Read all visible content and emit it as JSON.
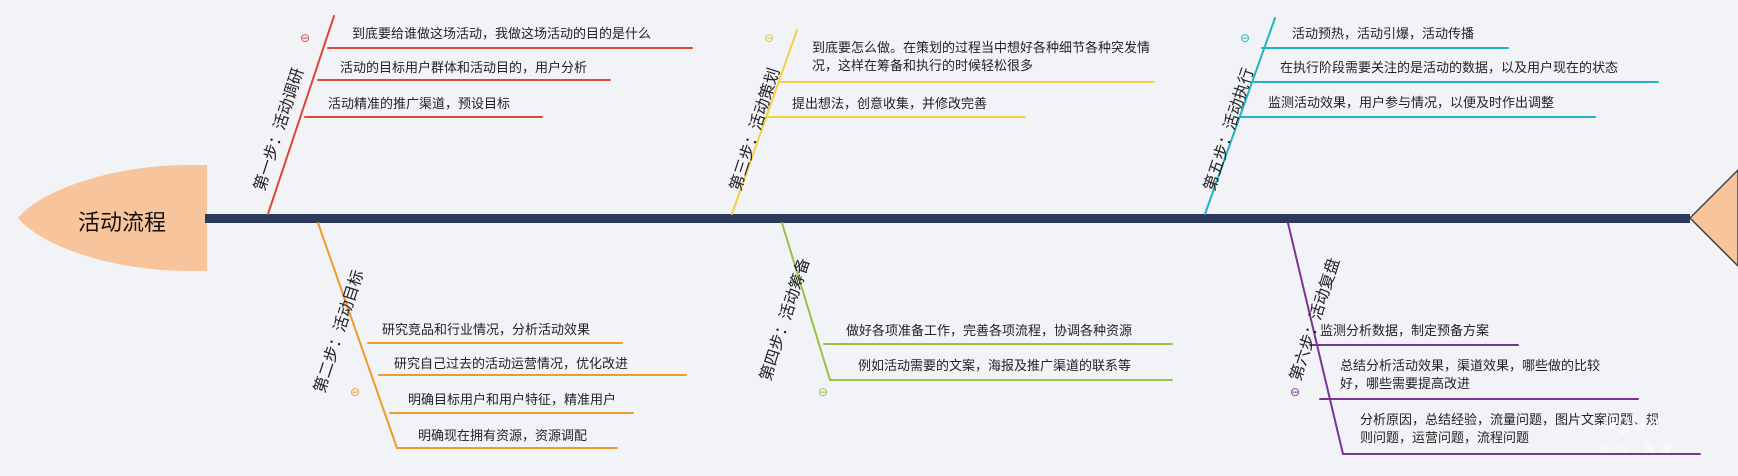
{
  "root": {
    "title": "活动流程"
  },
  "colors": {
    "spine": "#2b3a5c",
    "head": "#f8c49b",
    "tail": "#f8c49b",
    "tail_stroke": "#444444",
    "step1": "#d94a3d",
    "step2": "#ef9a2a",
    "step3": "#f5d042",
    "step4": "#98c246",
    "step5": "#1fb4c5",
    "step6": "#7b3494"
  },
  "branches": [
    {
      "title": "第一步：活动调研",
      "items": [
        "到底要给谁做这场活动，我做这场活动的目的是什么",
        "活动的目标用户群体和活动目的，用户分析",
        "活动精准的推广渠道，预设目标"
      ]
    },
    {
      "title": "第二步：活动目标",
      "items": [
        "研究竞品和行业情况，分析活动效果",
        "研究自己过去的活动运营情况，优化改进",
        "明确目标用户和用户特征，精准用户",
        "明确现在拥有资源，资源调配"
      ]
    },
    {
      "title": "第三步：活动策划",
      "items": [
        "到底要怎么做。在策划的过程当中想好各种细节各种突发情况，这样在筹备和执行的时候轻松很多",
        "提出想法，创意收集，并修改完善"
      ]
    },
    {
      "title": "第四步：活动筹备",
      "items": [
        "做好各项准备工作，完善各项流程，协调各种资源",
        "例如活动需要的文案，海报及推广渠道的联系等"
      ]
    },
    {
      "title": "第五步：活动执行",
      "items": [
        "活动预热，活动引爆，活动传播",
        "在执行阶段需要关注的是活动的数据，以及用户现在的状态",
        "监测活动效果，用户参与情况，以便及时作出调整"
      ]
    },
    {
      "title": "第六步：活动复盘",
      "items": [
        "监测分析数据，制定预备方案",
        "总结分析活动效果，渠道效果，哪些做的比较好，哪些需要提高改进",
        "分析原因，总结经验，流量问题，图片文案问题、规则问题，运营问题，流程问题"
      ]
    }
  ],
  "collapse_symbol": "⊖",
  "watermark": {
    "main": "ugua",
    "sub": "办公 资源"
  }
}
